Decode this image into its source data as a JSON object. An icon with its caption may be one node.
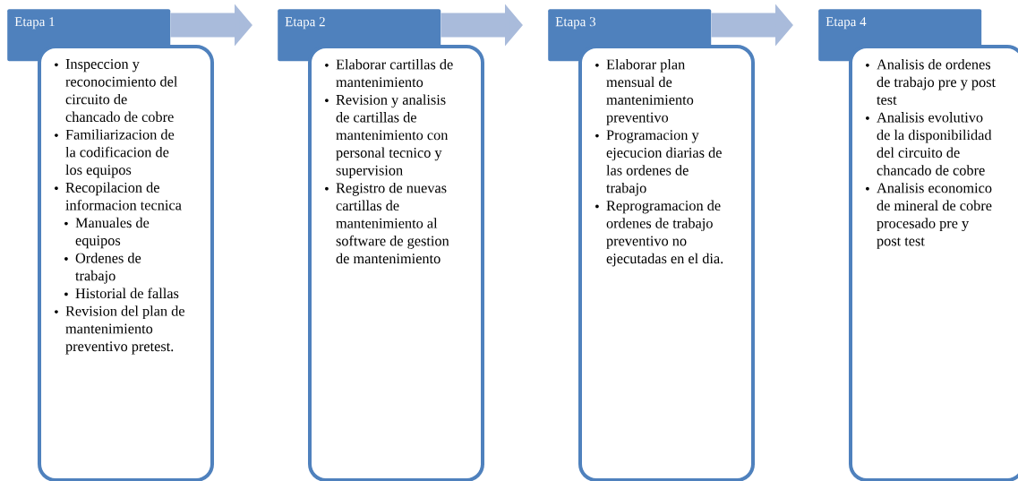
{
  "diagram": {
    "nodes": [
      {
        "text": [
          "Etapa 1"
        ]
      },
      {
        "text": [
          "Inspeccion y reconocimiento del circuito de chancado de cobre",
          "Familiarizacion de la codificacion de los equipos",
          "Recopilacion de informacion tecnica",
          "Manuales de equipos",
          "Ordenes de trabajo",
          "Historial de fallas",
          "Revision del plan de mantenimiento preventivo pretest."
        ]
      },
      {
        "text": [
          "Etapa 2"
        ]
      },
      {
        "text": [
          "Elaborar cartillas de mantenimiento",
          "Revision y analisis de cartillas de mantenimiento con personal tecnico y supervision",
          "Registro de nuevas cartillas de mantenimiento al software de gestion de mantenimiento"
        ]
      },
      {
        "text": [
          "Etapa 3"
        ]
      },
      {
        "text": [
          "Elaborar plan mensual de mantenimiento preventivo",
          "Programacion y ejecucion diarias de las ordenes de trabajo",
          "Reprogramacion de ordenes de trabajo preventivo no ejecutadas en el dia."
        ]
      },
      {
        "text": [
          "Etapa 4"
        ]
      },
      {
        "text": [
          "Analisis de ordenes de trabajo pre y post test",
          "Analisis evolutivo de la disponibilidad del circuito de chancado de cobre",
          "Analisis economico de mineral de cobre procesado pre y post test"
        ]
      }
    ],
    "edges": [
      {
        "from": 0,
        "to": 2,
        "arrow": "to"
      },
      {
        "from": 2,
        "to": 4,
        "arrow": "to"
      },
      {
        "from": 4,
        "to": 6,
        "arrow": "to"
      }
    ]
  }
}
